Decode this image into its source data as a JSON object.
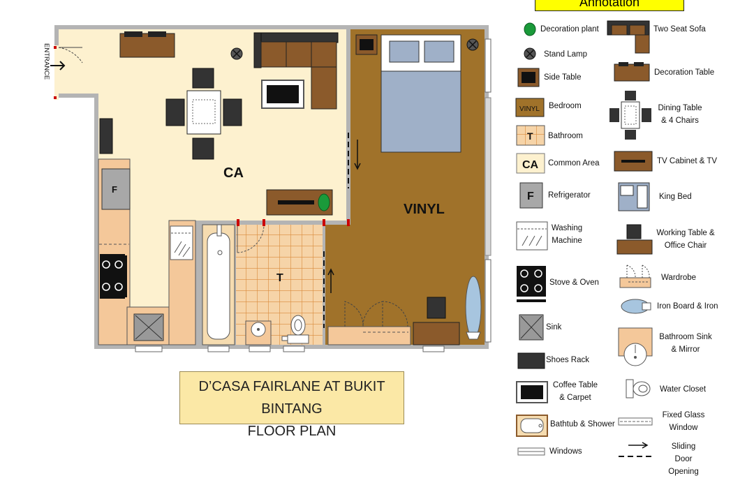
{
  "floorplan": {
    "entrance_label": "ENTRANCE",
    "rooms": {
      "common_area": "CA",
      "bedroom": "VINYL",
      "bathroom": "T",
      "fridge": "F"
    },
    "colors": {
      "common_area": "#fdf1cf",
      "bedroom": "#a0722a",
      "bathroom_floor": "#f6d4a8",
      "bathroom_grid": "#d9893a",
      "wall": "#b4b4b4",
      "furniture_wood": "#8b5a2b",
      "dark_furniture": "#3a3a3a",
      "bed_sheet": "#9fb0c8",
      "door_red": "#cc0000",
      "plant": "#1a9a3a"
    },
    "title_lines": [
      "D’CASA FAIRLANE AT BUKIT BINTANG",
      "FLOOR PLAN"
    ]
  },
  "annotation": {
    "heading": "Annotation",
    "left": [
      {
        "icon": "decoration-plant-icon",
        "label": "Decoration plant"
      },
      {
        "icon": "stand-lamp-icon",
        "label": "Stand Lamp"
      },
      {
        "icon": "side-table-icon",
        "label": "Side Table"
      },
      {
        "icon": "vinyl-icon",
        "label": "Bedroom",
        "tag": "VINYL"
      },
      {
        "icon": "bathroom-icon",
        "label": "Bathroom",
        "tag": "T"
      },
      {
        "icon": "common-area-icon",
        "label": "Common Area",
        "tag": "CA"
      },
      {
        "icon": "refrigerator-icon",
        "label": "Refrigerator",
        "tag": "F"
      },
      {
        "icon": "washing-machine-icon",
        "label": "Washing Machine"
      },
      {
        "icon": "stove-oven-icon",
        "label": "Stove & Oven"
      },
      {
        "icon": "sink-icon",
        "label": "Sink"
      },
      {
        "icon": "shoes-rack-icon",
        "label": "Shoes Rack"
      },
      {
        "icon": "coffee-table-icon",
        "label": "Coffee Table & Carpet"
      },
      {
        "icon": "bathtub-icon",
        "label": "Bathtub & Shower"
      },
      {
        "icon": "window-icon",
        "label": "Windows"
      }
    ],
    "right": [
      {
        "icon": "two-seat-sofa-icon",
        "label": "Two Seat Sofa"
      },
      {
        "icon": "decoration-table-icon",
        "label": "Decoration Table"
      },
      {
        "icon": "dining-table-icon",
        "label": "Dining Table & 4 Chairs"
      },
      {
        "icon": "tv-cabinet-icon",
        "label": "TV Cabinet & TV"
      },
      {
        "icon": "king-bed-icon",
        "label": "King Bed"
      },
      {
        "icon": "working-table-icon",
        "label": "Working Table & Office Chair"
      },
      {
        "icon": "wardrobe-icon",
        "label": "Wardrobe"
      },
      {
        "icon": "iron-board-icon",
        "label": "Iron Board & Iron"
      },
      {
        "icon": "bathroom-sink-icon",
        "label": "Bathroom Sink & Mirror"
      },
      {
        "icon": "water-closet-icon",
        "label": "Water Closet"
      },
      {
        "icon": "fixed-glass-window-icon",
        "label": "Fixed Glass Window"
      },
      {
        "icon": "sliding-door-icon",
        "label": "Sliding Door Opening"
      }
    ]
  }
}
